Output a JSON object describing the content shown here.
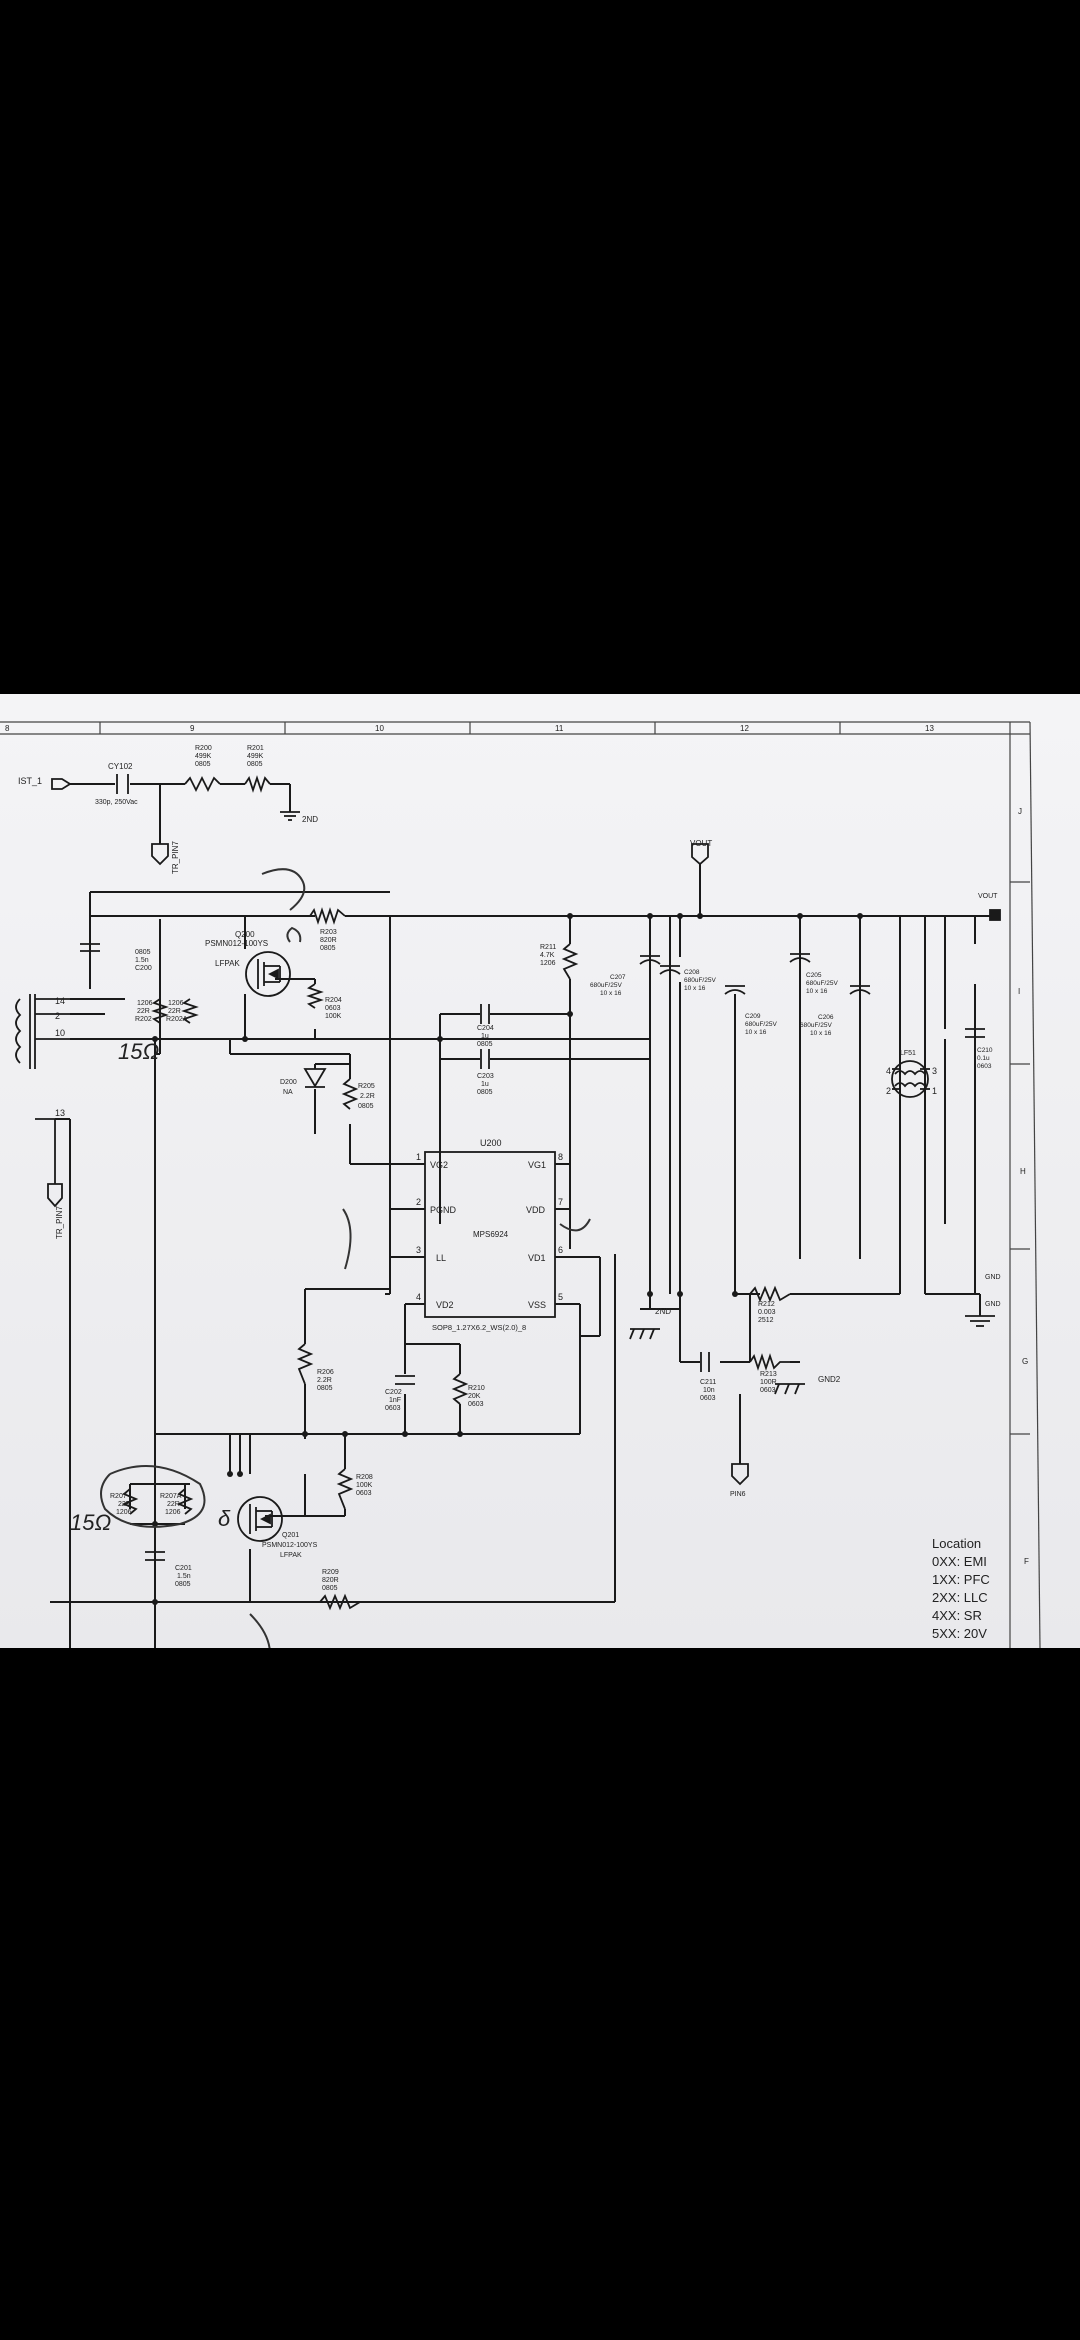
{
  "grid_numbers": [
    "9",
    "10",
    "11",
    "12",
    "13"
  ],
  "side_letters": [
    "J",
    "I",
    "H",
    "G",
    "F"
  ],
  "nets": {
    "ist": "IST_1",
    "tr_pin7_left": "TR_PIN7",
    "tr_pin7_top": "TR_PIN7",
    "vout_top": "VOUT",
    "vout_right": "VOUT",
    "gnd_right": "GND",
    "gnd_right2": "GND",
    "two_nd_a": "2ND",
    "two_nd_b": "2ND",
    "gnd2": "GND2",
    "pin6": "PIN6"
  },
  "transformer_pins": [
    "14",
    "2",
    "10",
    "13"
  ],
  "components": {
    "cy102": {
      "ref": "CY102",
      "value": "330p, 250Vac"
    },
    "r200": {
      "ref": "R200",
      "value": "499K",
      "pkg": "0805"
    },
    "r201": {
      "ref": "R201",
      "value": "499K",
      "pkg": "0805"
    },
    "c200": {
      "pkg": "0805",
      "value": "1.5n",
      "ref": "C200"
    },
    "r206a": {
      "ref": "1206",
      "value": "22R",
      "extra": "R202"
    },
    "r206b": {
      "ref": "1206",
      "value": "22R",
      "extra": "R202A"
    },
    "q200": {
      "ref": "Q200",
      "part": "PSMN012-100YS",
      "pkg": "LFPAK"
    },
    "r203": {
      "ref": "R203",
      "value": "820R",
      "pkg": "0805"
    },
    "r204": {
      "ref": "R204",
      "value": "0603",
      "pkg": "100K"
    },
    "d200": {
      "ref": "D200",
      "value": "NA"
    },
    "r205": {
      "ref": "R205",
      "value": "2.2R",
      "pkg": "0805"
    },
    "r211": {
      "ref": "R211",
      "value": "4.7K",
      "pkg": "1206"
    },
    "c204": {
      "ref": "C204",
      "value": "1u",
      "pkg": "0805"
    },
    "c203": {
      "ref": "C203",
      "value": "1u",
      "pkg": "0805"
    },
    "c207": {
      "ref": "C207",
      "value": "680uF/25V",
      "pkg": "10 x 16"
    },
    "c208": {
      "ref": "C208",
      "value": "680uF/25V",
      "pkg": "10 x 16"
    },
    "c209": {
      "ref": "C209",
      "value": "680uF/25V",
      "pkg": "10 x 16"
    },
    "c205": {
      "ref": "C205",
      "value": "680uF/25V",
      "pkg": "10 x 16"
    },
    "c206": {
      "ref": "C206",
      "value": "680uF/25V",
      "pkg": "10 x 16"
    },
    "c210": {
      "ref": "C210",
      "value": "0.1u",
      "pkg": "0603"
    },
    "lf51": {
      "ref": "LF51"
    },
    "u200": {
      "ref": "U200",
      "part": "MPS6924",
      "footprint": "SOP8_1.27X6.2_WS(2.0)_8"
    },
    "r212": {
      "ref": "R212",
      "value": "0.003",
      "pkg": "2512"
    },
    "c211": {
      "ref": "C211",
      "value": "10n",
      "pkg": "0603"
    },
    "r213": {
      "ref": "R213",
      "value": "100R",
      "pkg": "0603"
    },
    "r206": {
      "ref": "R206",
      "value": "2.2R",
      "pkg": "0805"
    },
    "c202": {
      "ref": "C202",
      "value": "1nF",
      "pkg": "0603"
    },
    "r210": {
      "ref": "R210",
      "value": "20K",
      "pkg": "0603"
    },
    "r208": {
      "ref": "R208",
      "value": "100K",
      "pkg": "0603"
    },
    "r207": {
      "ref": "R207",
      "value": "22R",
      "pkg": "1206"
    },
    "r207a": {
      "ref": "R207A",
      "value": "22R",
      "pkg": "1206"
    },
    "q201": {
      "ref": "Q201",
      "part": "PSMN012-100YS",
      "pkg": "LFPAK"
    },
    "c201": {
      "ref": "C201",
      "value": "1.5n",
      "pkg": "0805"
    },
    "r209": {
      "ref": "R209",
      "value": "820R",
      "pkg": "0805"
    }
  },
  "ic_pins": {
    "vg2": "VG2",
    "vg1": "VG1",
    "pgnd": "PGND",
    "vdd": "VDD",
    "ll": "LL",
    "vd1": "VD1",
    "vd2": "VD2",
    "vss": "VSS",
    "n1": "1",
    "n2": "2",
    "n3": "3",
    "n4": "4",
    "n5": "5",
    "n6": "6",
    "n7": "7",
    "n8": "8"
  },
  "lf_pins": [
    "4",
    "3",
    "2",
    "1"
  ],
  "handwriting": {
    "left": "15Ω",
    "lower": "15Ω",
    "small": "δ"
  },
  "location": {
    "title": "Location",
    "lines": [
      "0XX: EMI",
      "1XX: PFC",
      "2XX: LLC",
      "4XX: SR",
      "5XX: 20V"
    ]
  }
}
